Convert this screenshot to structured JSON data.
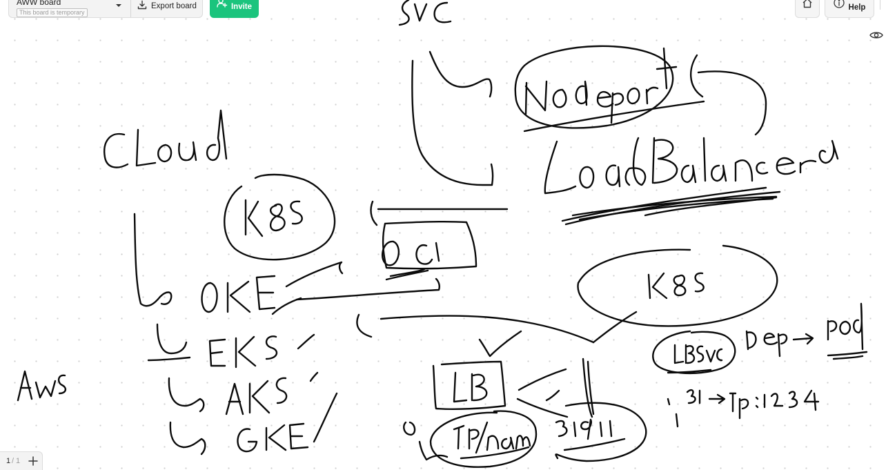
{
  "toolbar": {
    "board_title": "AWW board",
    "board_subtitle": "This board is temporary",
    "export_label": "Export board",
    "invite_label": "Invite",
    "help_label": "Help",
    "brand_color": "#1bc47d",
    "icons": [
      "chevron-down-icon",
      "download-icon",
      "add-user-icon",
      "home-icon",
      "info-icon",
      "eye-icon"
    ]
  },
  "pager": {
    "current": "1",
    "separator": "/",
    "total": "1",
    "add_icon": "plus-icon"
  }
}
